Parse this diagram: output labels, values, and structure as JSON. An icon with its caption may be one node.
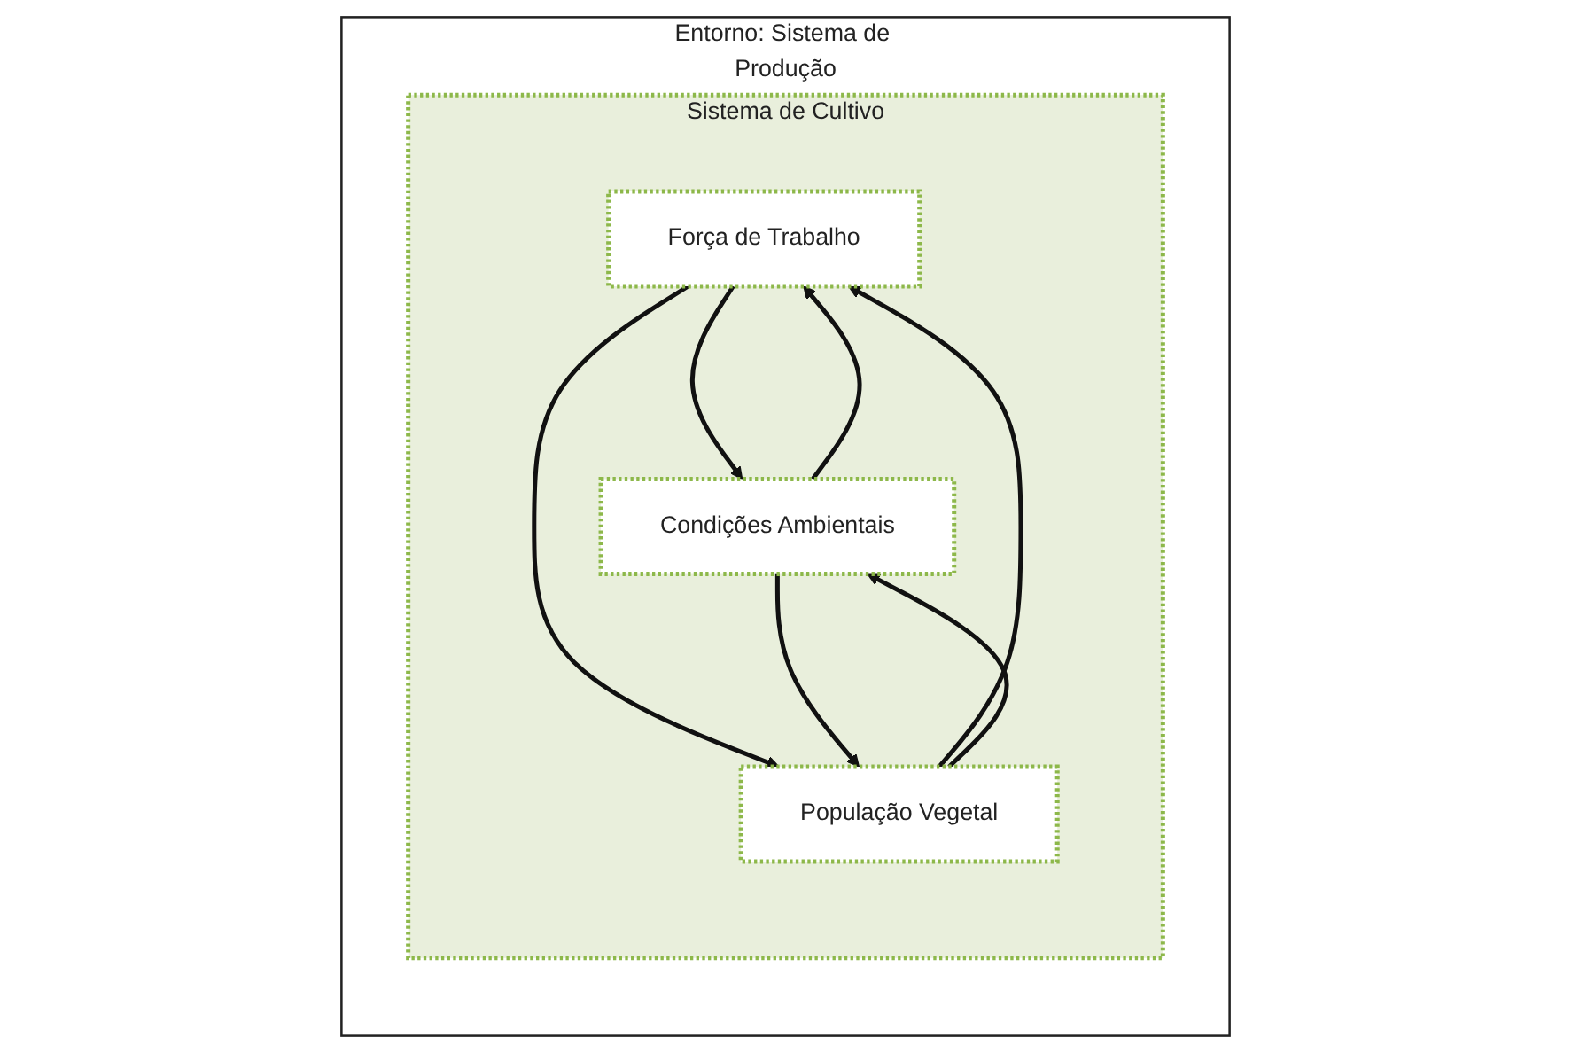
{
  "diagram": {
    "nodes": [
      {
        "text": [
          "Entorno: Sistema de Produção"
        ]
      },
      {
        "text": [
          "Sistema de Cultivo"
        ],
        "in": 0
      },
      {
        "text": [
          "Força de Trabalho"
        ],
        "in": 1
      },
      {
        "text": [
          "Condições Ambientais"
        ],
        "in": 1
      },
      {
        "text": [
          "População Vegetal"
        ],
        "in": 1
      }
    ],
    "edges": [
      {
        "from": 2,
        "to": 3,
        "arrow": "to"
      },
      {
        "from": 3,
        "to": 2,
        "arrow": "to"
      },
      {
        "from": 4,
        "to": 2,
        "arrow": "to"
      },
      {
        "from": 2,
        "to": 4,
        "arrow": "to"
      },
      {
        "from": 4,
        "to": 3,
        "arrow": "to"
      },
      {
        "from": 3,
        "to": 4,
        "arrow": "to"
      }
    ]
  }
}
